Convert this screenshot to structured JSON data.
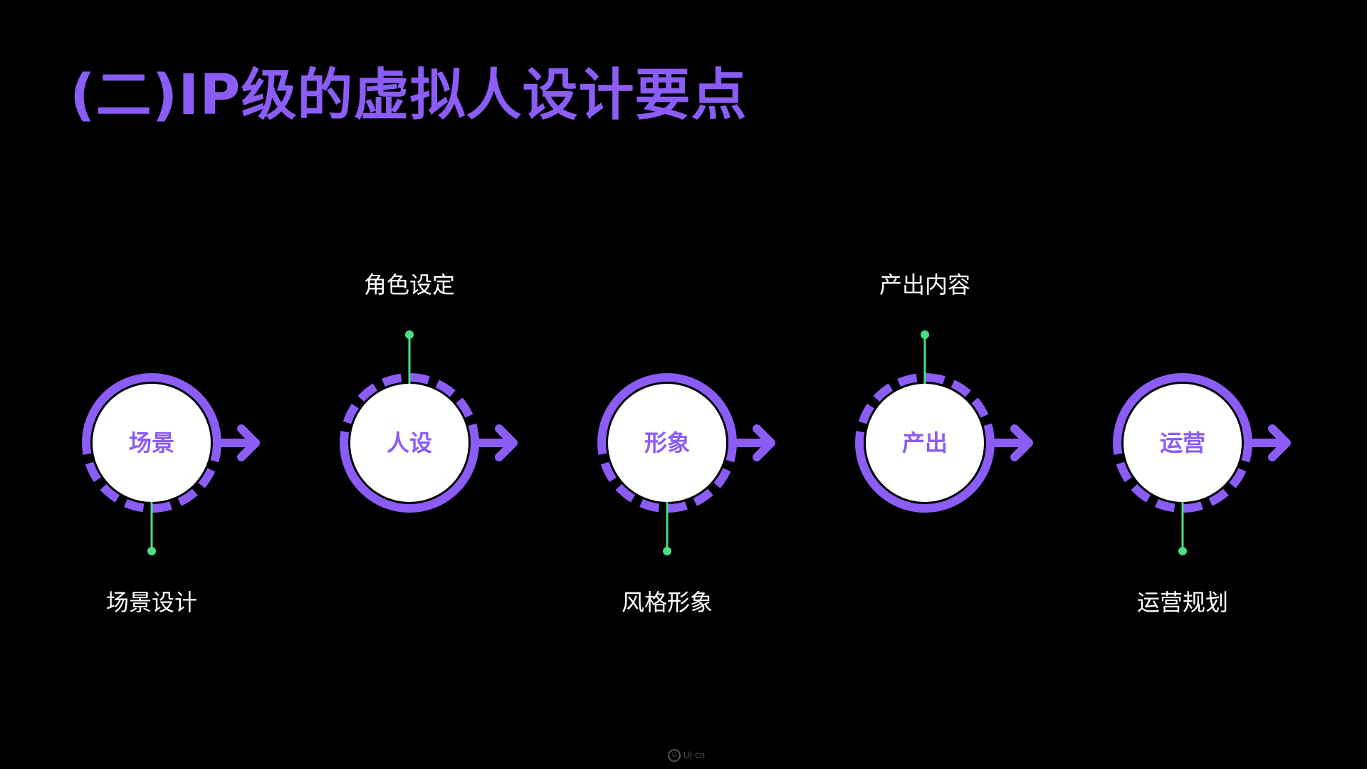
{
  "title": "(二)IP级的虚拟人设计要点",
  "colors": {
    "background": "#000000",
    "accent": "#8b5cf6",
    "connector": "#4ade80",
    "node_fill": "#ffffff",
    "caption": "#ffffff"
  },
  "steps": [
    {
      "label": "场景",
      "caption": "场景设计",
      "caption_position": "below",
      "dashed_half": "bottom"
    },
    {
      "label": "人设",
      "caption": "角色设定",
      "caption_position": "above",
      "dashed_half": "top"
    },
    {
      "label": "形象",
      "caption": "风格形象",
      "caption_position": "below",
      "dashed_half": "bottom"
    },
    {
      "label": "产出",
      "caption": "产出内容",
      "caption_position": "above",
      "dashed_half": "top"
    },
    {
      "label": "运营",
      "caption": "运营规划",
      "caption_position": "below",
      "dashed_half": "bottom"
    }
  ],
  "arrow_icon": "arrow-right-icon",
  "watermark": "UI·cn"
}
